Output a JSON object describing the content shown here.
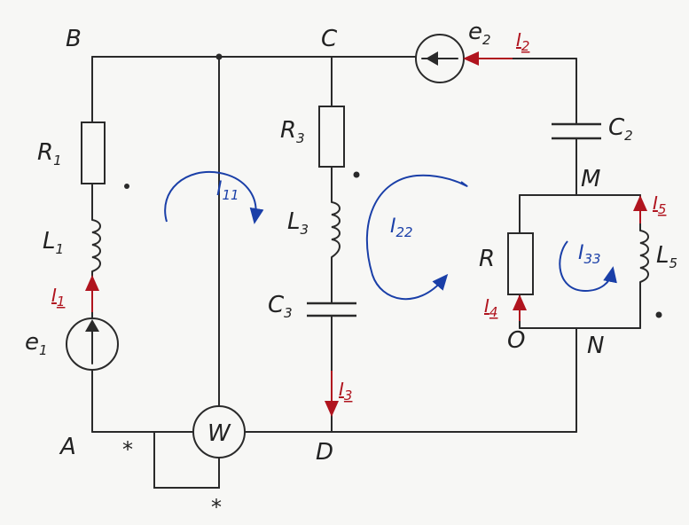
{
  "nodes": {
    "A": "A",
    "B": "B",
    "C": "C",
    "D": "D",
    "M": "M",
    "N": "N",
    "O": "O"
  },
  "components": {
    "R1": {
      "main": "R",
      "sub": "1"
    },
    "L1": {
      "main": "L",
      "sub": "1"
    },
    "e1": {
      "main": "e",
      "sub": "1"
    },
    "R3": {
      "main": "R",
      "sub": "3"
    },
    "L3": {
      "main": "L",
      "sub": "3"
    },
    "C3": {
      "main": "C",
      "sub": "3"
    },
    "e2": {
      "main": "e",
      "sub": "2"
    },
    "C2": {
      "main": "C",
      "sub": "2"
    },
    "R": {
      "main": "R",
      "sub": ""
    },
    "L5": {
      "main": "L",
      "sub": "5"
    },
    "wattmeter": {
      "main": "W",
      "sub": ""
    }
  },
  "currents": {
    "I1": {
      "main": "I",
      "sub": "1"
    },
    "I2": {
      "main": "I",
      "sub": "2"
    },
    "I3": {
      "main": "I",
      "sub": "3"
    },
    "I4": {
      "main": "I",
      "sub": "4"
    },
    "I5": {
      "main": "I",
      "sub": "5"
    }
  },
  "loops": {
    "I11": {
      "main": "I",
      "sub": "11"
    },
    "I22": {
      "main": "I",
      "sub": "22"
    },
    "I33": {
      "main": "I",
      "sub": "33"
    }
  },
  "wattmeter_markers": {
    "left": "*",
    "bottom": "*"
  },
  "colors": {
    "current_labels": "#b0141e",
    "loop_currents": "#1a3fa8",
    "wiring": "#2a2a2a"
  }
}
